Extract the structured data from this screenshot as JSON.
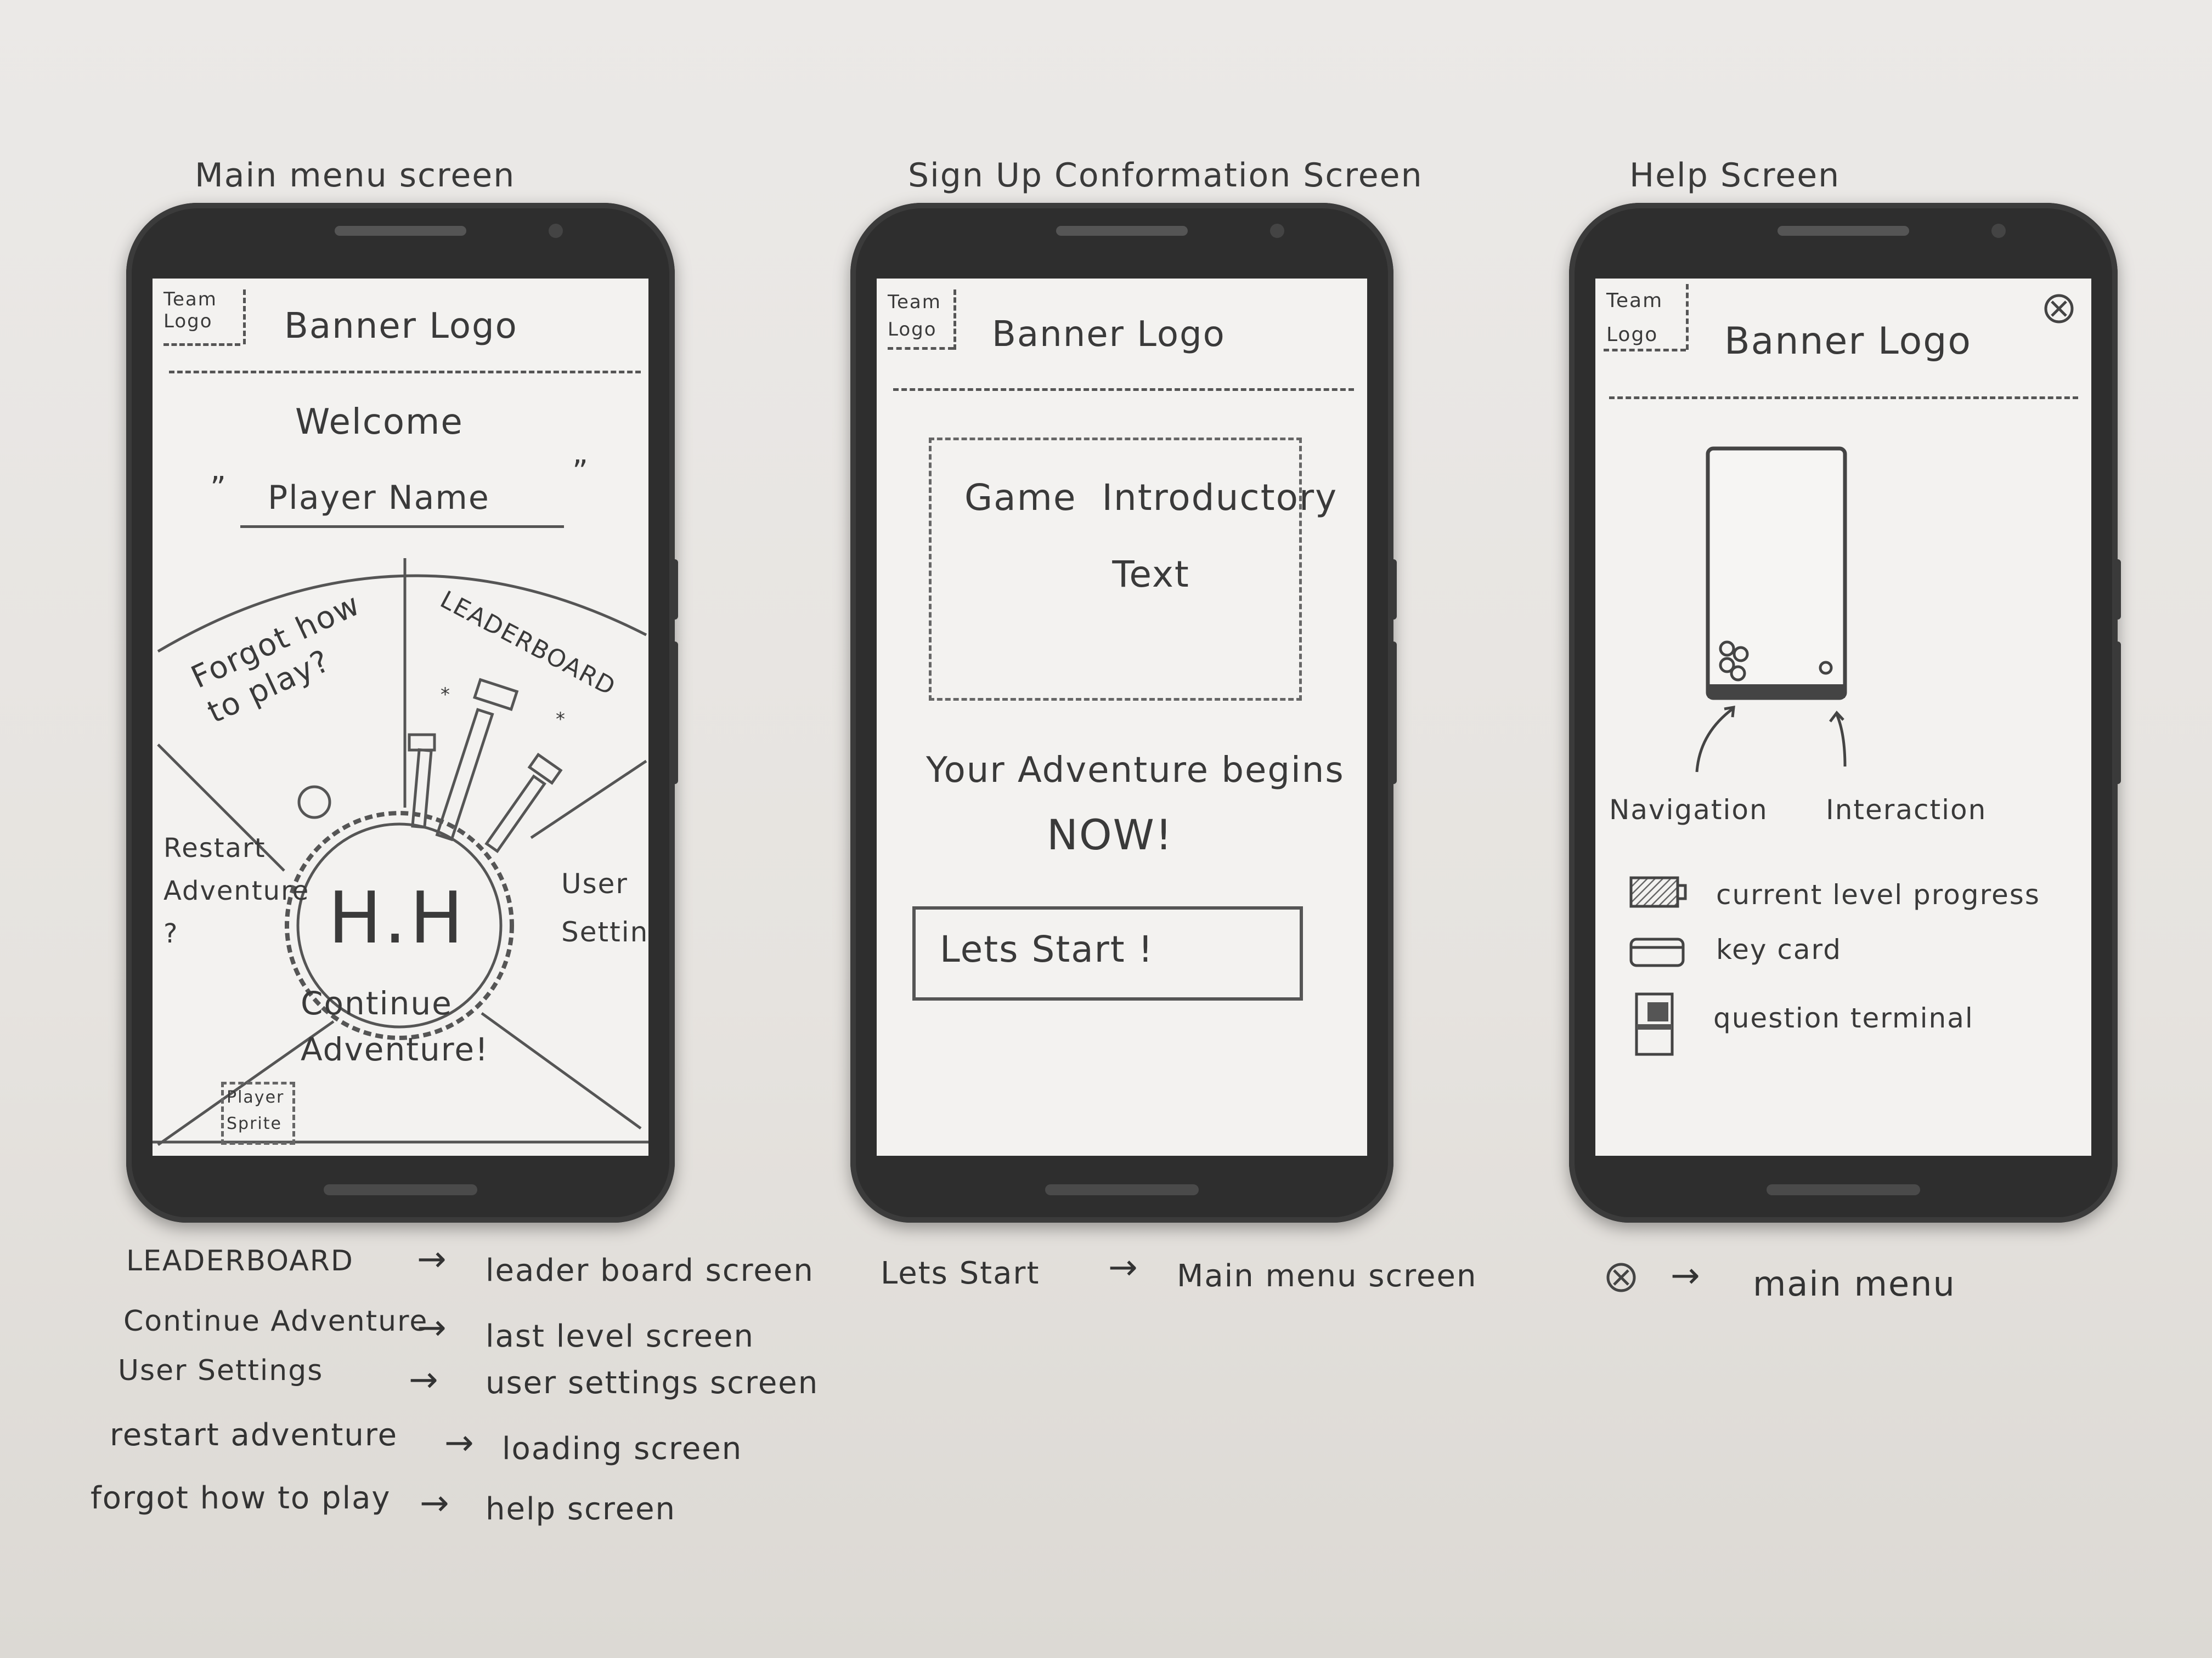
{
  "screens": [
    {
      "title": "Main menu screen"
    },
    {
      "title": "Sign Up  Conformation Screen"
    },
    {
      "title": "Help Screen"
    }
  ],
  "common": {
    "team_logo": "Team\nLogo",
    "banner_logo": "Banner  Logo"
  },
  "main_menu": {
    "welcome": "Welcome",
    "quote_open": "”",
    "quote_close": "”",
    "player_name": "Player  Name",
    "center_logo": "H.H",
    "segments": {
      "forgot": "Forgot how\nto play?",
      "leaderboard": "LEADERBOARD",
      "restart": "Restart\nAdventure\n?",
      "user_settings": "User\nSettings",
      "continue": "Continue\nAdventure!"
    },
    "player_sprite": "Player\nSprite"
  },
  "signup": {
    "intro_text": "Game  Introductory\nText",
    "adventure": "Your  Adventure  begins",
    "now": "NOW!",
    "start_button": "Lets  Start !"
  },
  "help": {
    "close_icon": "close-circle-icon",
    "navigation": "Navigation",
    "interaction": "Interaction",
    "legend": [
      {
        "icon": "battery-icon",
        "label": "current  level  progress"
      },
      {
        "icon": "key-card-icon",
        "label": "key  card"
      },
      {
        "icon": "terminal-icon",
        "label": "question  terminal"
      }
    ]
  },
  "notes": {
    "main_menu": [
      {
        "from": "LEADERBOARD",
        "to": "leader board screen"
      },
      {
        "from": "Continue Adventure",
        "to": "last level screen"
      },
      {
        "from": "User Settings",
        "to": "user settings screen"
      },
      {
        "from": "restart adventure",
        "to": "loading screen"
      },
      {
        "from": "forgot how to play",
        "to": "help screen"
      }
    ],
    "signup": {
      "from": "Lets Start",
      "to": "Main menu screen"
    },
    "help": {
      "to": "main menu"
    },
    "arrow": "→"
  }
}
